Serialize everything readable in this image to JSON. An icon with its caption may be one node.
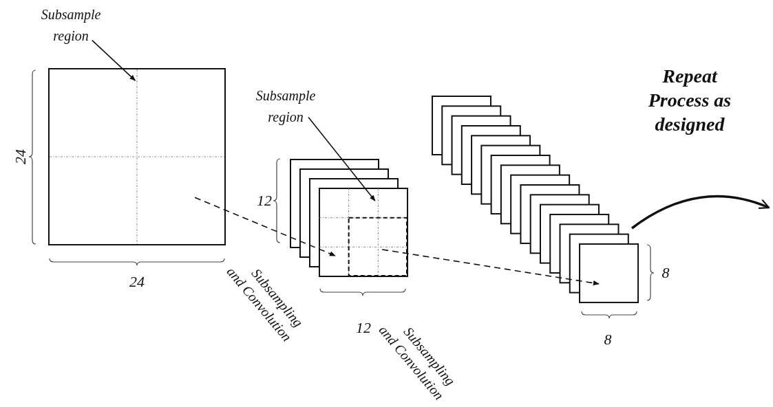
{
  "diagram": {
    "nodes": [
      {
        "text": [
          "Subsample region"
        ]
      },
      {
        "text": [],
        "shape": "box"
      },
      {
        "text": [
          "Subsample region"
        ]
      },
      {
        "text": [],
        "shape": "box"
      },
      {
        "text": [],
        "shape": "box"
      }
    ],
    "edges": [
      {
        "from": 0,
        "to": 1,
        "arrow": "to"
      },
      {
        "from": 2,
        "to": 3,
        "arrow": "to"
      },
      {
        "from": 1,
        "to": 3,
        "arrow": "to",
        "style": "dashed"
      },
      {
        "from": 3,
        "to": 4,
        "arrow": "to",
        "style": "dashed"
      }
    ],
    "labels": [
      "Repeat Process as designed",
      "24",
      "12",
      "8",
      "24",
      "Subsampling and Convolution",
      "12",
      "8",
      "Subsampling and Convolution"
    ]
  }
}
